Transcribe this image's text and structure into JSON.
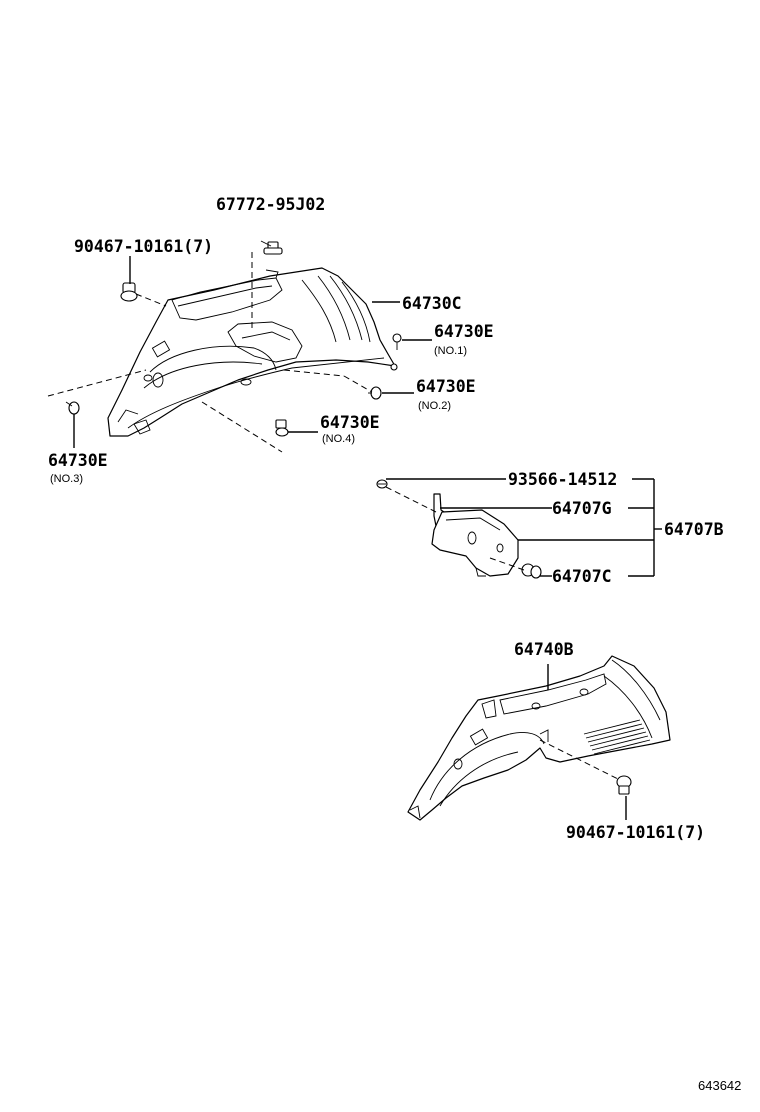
{
  "parts": {
    "cover_clip_top": "67772-95J02",
    "clip_upper_left": "90467-10161(7)",
    "panel_upper": "64730C",
    "clip_no1": {
      "number": "64730E",
      "note": "(NO.1)"
    },
    "clip_no2": {
      "number": "64730E",
      "note": "(NO.2)"
    },
    "clip_no4": {
      "number": "64730E",
      "note": "(NO.4)"
    },
    "clip_no3": {
      "number": "64730E",
      "note": "(NO.3)"
    },
    "screw": "93566-14512",
    "bracket": "64707G",
    "assembly": "64707B",
    "hook_clip": "64707C",
    "panel_lower": "64740B",
    "clip_lower_right": "90467-10161(7)"
  },
  "reference_number": "643642"
}
